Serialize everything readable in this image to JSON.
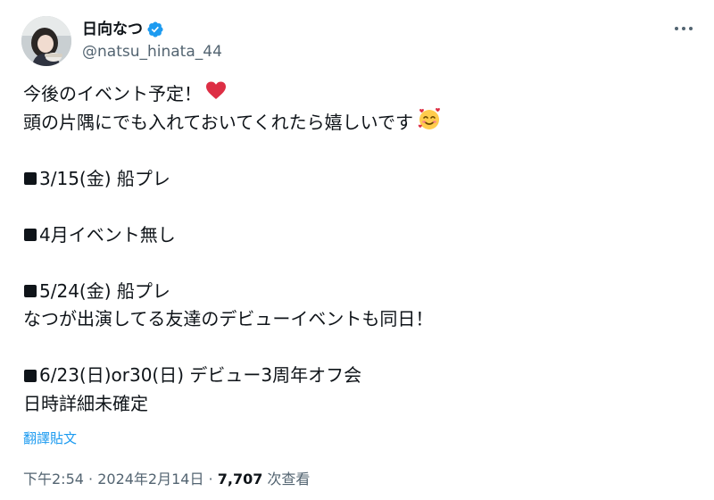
{
  "author": {
    "display_name": "日向なつ",
    "handle": "@natsu_hinata_44",
    "verified": true
  },
  "tweet": {
    "line1": "今後のイベント予定！",
    "line2": "頭の片隅にでも入れておいてくれたら嬉しいです",
    "event1": "3/15(金) 船プレ",
    "event2": "4月イベント無し",
    "event3": "5/24(金) 船プレ",
    "event3_note": "なつが出演してる友達のデビューイベントも同日！",
    "event4": "6/23(日)or30(日) デビュー3周年オフ会",
    "event4_note": "日時詳細未確定"
  },
  "translate_label": "翻譯貼文",
  "meta": {
    "time": "下午2:54",
    "sep1": " · ",
    "date": "2024年2月14日",
    "sep2": " · ",
    "views_count": "7,707",
    "views_label": " 次查看"
  },
  "colors": {
    "accent": "#1d9bf0",
    "text": "#0f1419",
    "secondary": "#536471",
    "heart": "#f91880"
  },
  "icons": {
    "verified": "verified-badge-icon",
    "more": "more-options-icon",
    "heart": "red-heart-emoji",
    "smile": "smiling-face-with-hearts-emoji",
    "bullet": "black-square-bullet"
  }
}
